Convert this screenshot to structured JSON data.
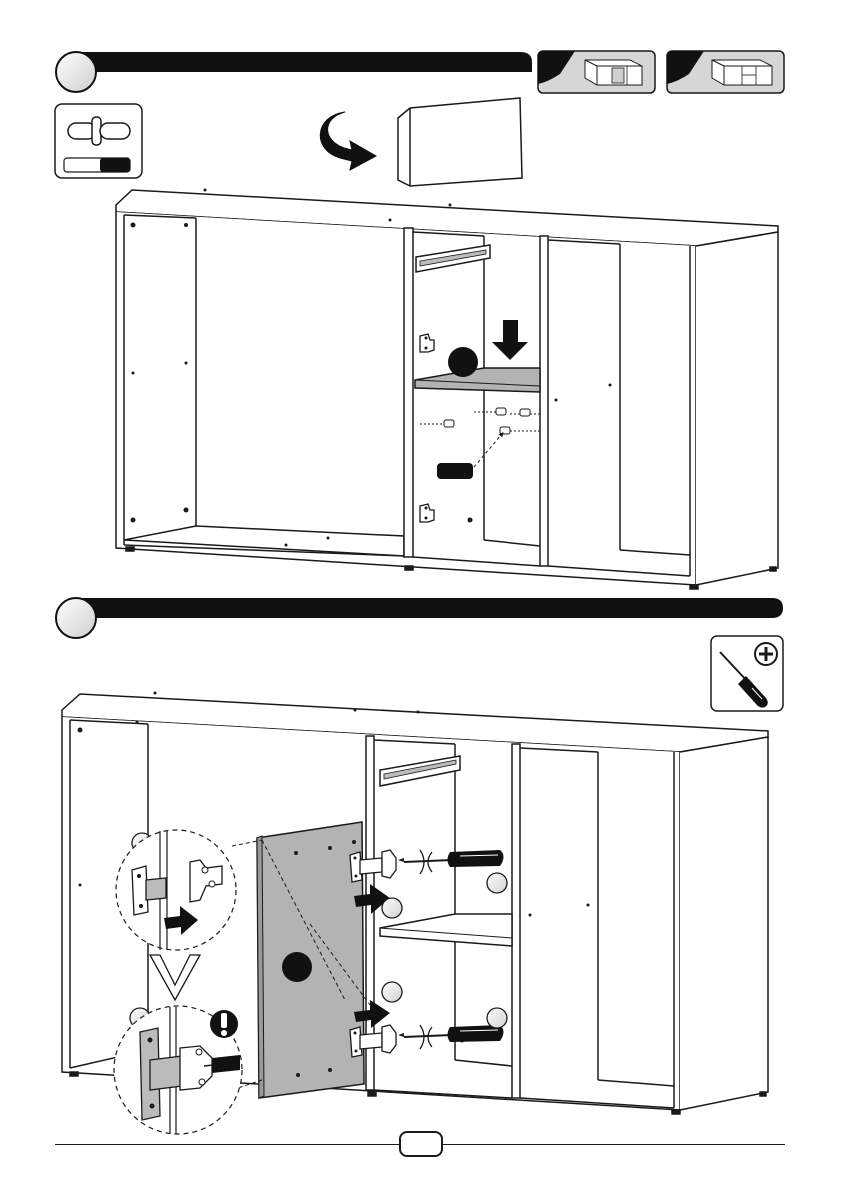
{
  "page": {
    "page_number": ""
  },
  "colors": {
    "ink": "#1a1a1a",
    "step_bar": "#111111",
    "panel_grey": "#b3b3b3",
    "thumb_bg": "#d6d6d6",
    "arrow": "#111111"
  },
  "icons": {
    "step1_badge": "step-number-circle",
    "step2_badge": "step-number-circle",
    "step_ref_a": "cabinet-thumbnail",
    "step_ref_b": "cabinet-thumbnail",
    "hardware": "shelf-support-pin",
    "turn": "rotate-arrow-icon",
    "tool": "phillips-screwdriver-icon",
    "warning": "exclamation-icon"
  },
  "step1": {
    "quantity_box": ""
  },
  "step2": {}
}
